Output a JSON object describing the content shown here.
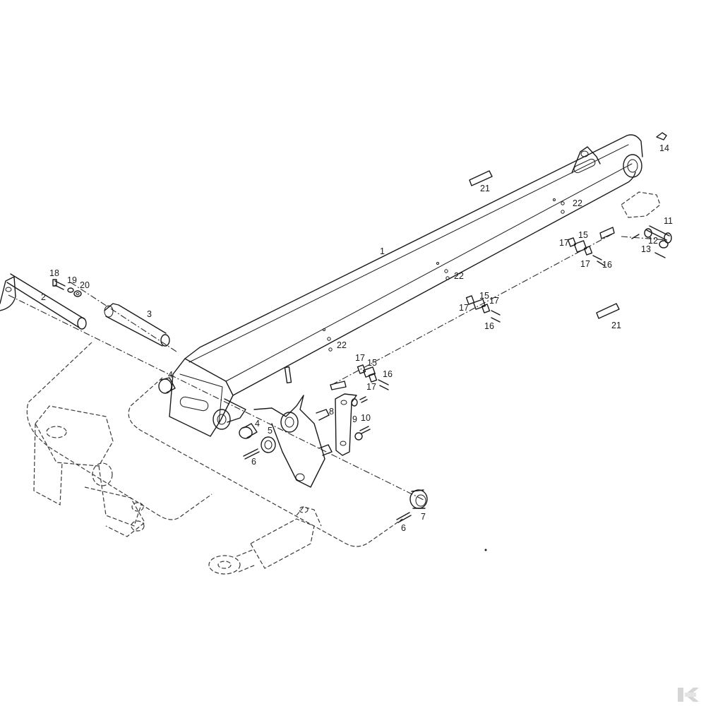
{
  "diagram": {
    "callouts": [
      "1",
      "2",
      "3",
      "4",
      "4",
      "5",
      "6",
      "6",
      "7",
      "8",
      "9",
      "10",
      "11",
      "12",
      "13",
      "14",
      "15",
      "15",
      "15",
      "16",
      "16",
      "16",
      "17",
      "17",
      "17",
      "17",
      "17",
      "17",
      "18",
      "19",
      "20",
      "21",
      "21",
      "22",
      "22",
      "22"
    ]
  },
  "brand": {
    "logo_icon": "k-logo-icon",
    "color": "#d0d0d0"
  }
}
